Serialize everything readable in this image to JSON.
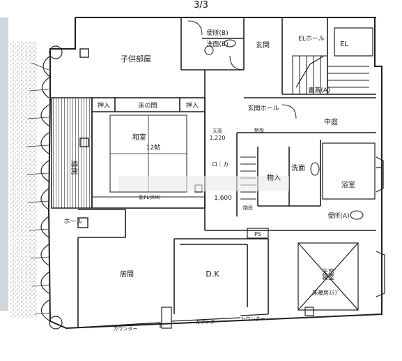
{
  "page_number": "3/3",
  "rooms": {
    "kodomo": "子供部屋",
    "benjo_b": "便所(B)",
    "senmen_b": "洗面(B)",
    "genkan": "玄関",
    "el_hall": "ELホール",
    "el": "EL",
    "shosai": "書斎(A)",
    "oshiire_left": "押入",
    "tokonoma": "床の間",
    "oshiire_right": "押入",
    "genkan_hall": "玄関ホール",
    "nakaniwa": "中庭",
    "washitsu": "和室",
    "washitsu_size": "12帖",
    "engawa": "縁側",
    "roka": "ロ｜カ",
    "senmen": "洗面",
    "monoire": "物入",
    "yokushitsu": "浴室",
    "hall": "ホール",
    "benjo_a": "便所(A)",
    "ps": "PS",
    "ima": "居間",
    "dk": "D.K",
    "shinshitsu": "寝室",
    "counter_1": "カウンター",
    "counter_2": "カウンター",
    "counter_3": "カウンター",
    "tensoku": "天窓",
    "roof_note": "床暖房ｽﾗﾌﾞ",
    "kaidan_note": "階段",
    "sub_note": "新設",
    "beam_note": "新FL(RM)"
  },
  "dimensions": {
    "d1": "1,220",
    "d2": "1,600",
    "d3": "天高"
  },
  "colors": {
    "line": "#1f1f1f",
    "hatch": "#2a2a2a",
    "shadow": "#555555"
  }
}
